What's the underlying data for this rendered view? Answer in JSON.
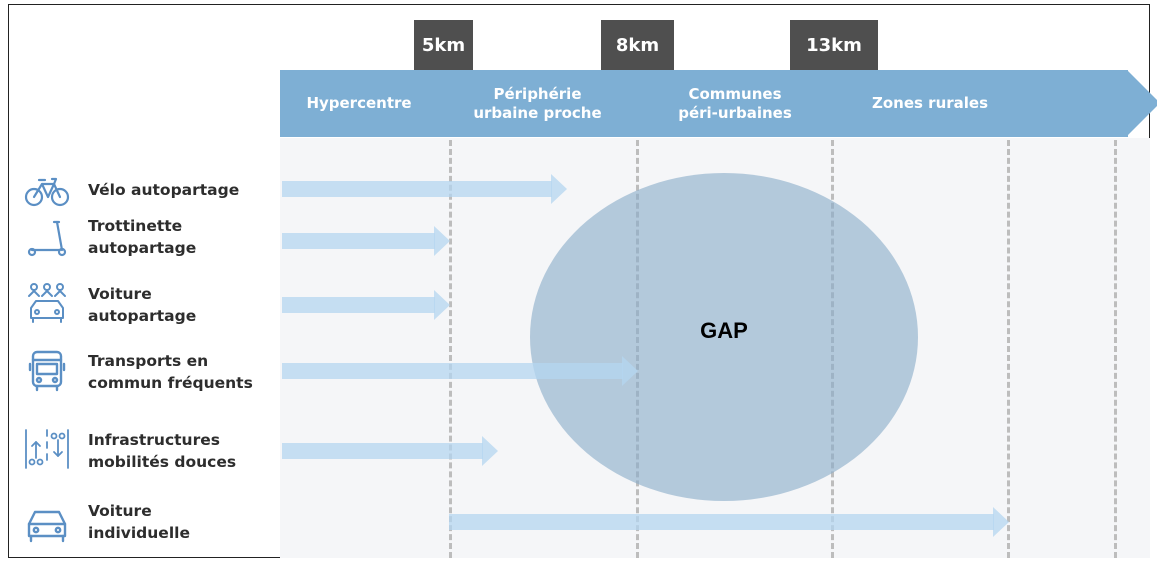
{
  "distance_markers": [
    "5km",
    "8km",
    "13km"
  ],
  "zones": [
    "Hypercentre",
    "Périphérie\nurbaine proche",
    "Communes\npéri-urbaines",
    "Zones rurales"
  ],
  "gap_label": "GAP",
  "modes": [
    {
      "line1": "Vélo autopartage",
      "line2": "",
      "icon": "bicycle-icon"
    },
    {
      "line1": "Trottinette",
      "line2": "autopartage",
      "icon": "scooter-icon"
    },
    {
      "line1": "Voiture",
      "line2": "autopartage",
      "icon": "carsharing-icon"
    },
    {
      "line1": "Transports en",
      "line2": "commun fréquents",
      "icon": "bus-icon"
    },
    {
      "line1": "Infrastructures",
      "line2": "mobilités douces",
      "icon": "bike-lane-icon"
    },
    {
      "line1": "Voiture",
      "line2": "individuelle",
      "icon": "car-icon"
    }
  ],
  "colors": {
    "band": "#7eafd4",
    "marker": "#4f4f4f",
    "gap": "#8bacca",
    "arrow": "#b4d6f0",
    "icon": "#5b8fc4"
  }
}
